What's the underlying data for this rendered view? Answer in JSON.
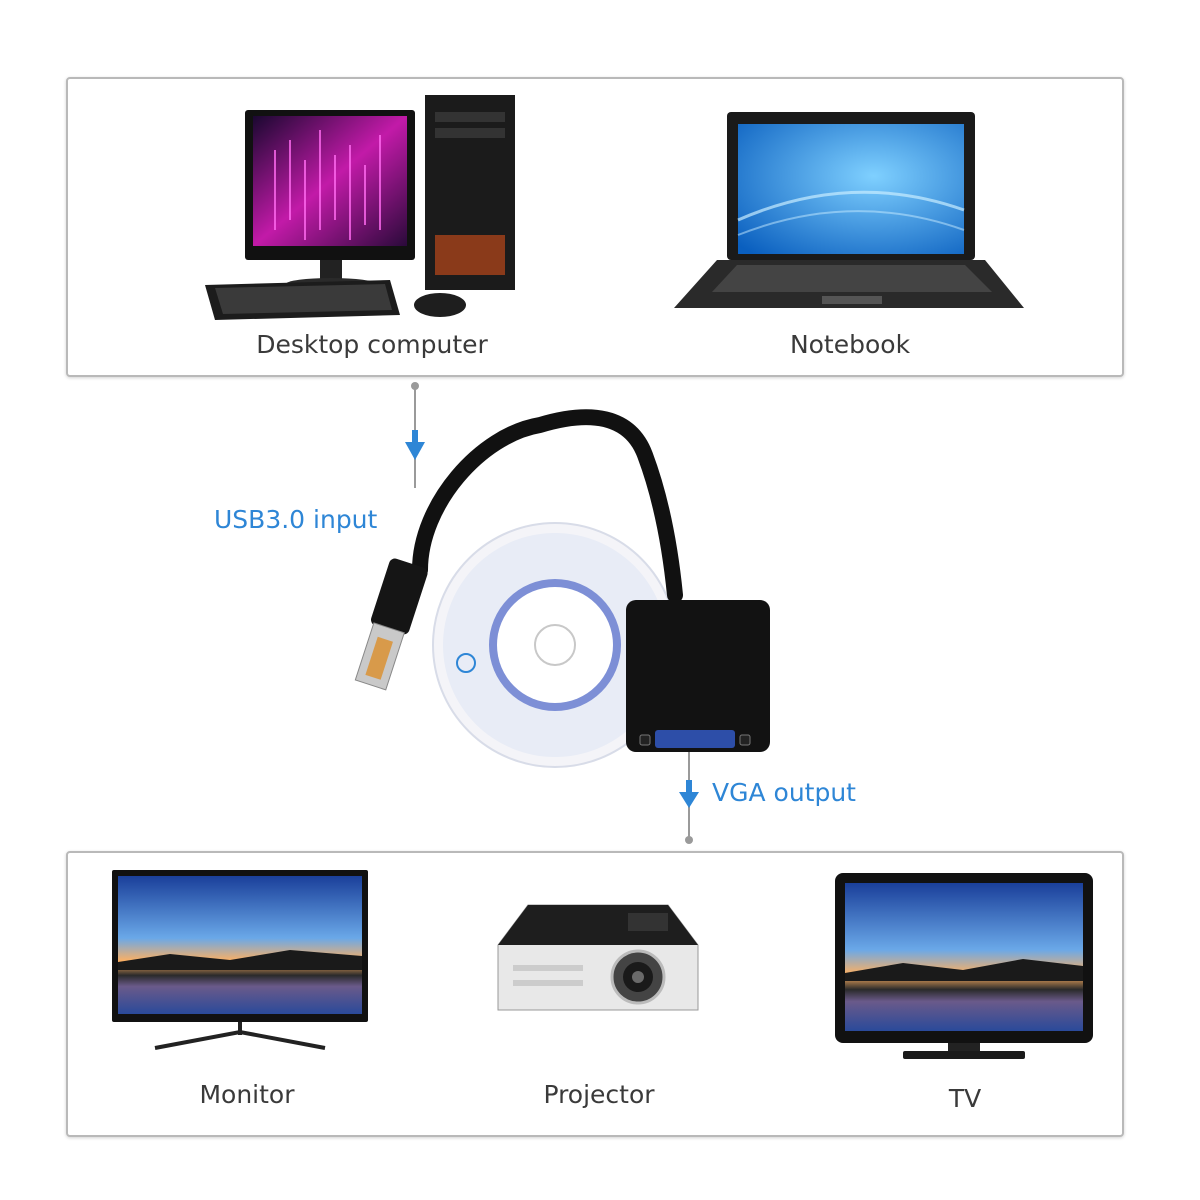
{
  "top": {
    "sources": [
      {
        "label": "Desktop computer"
      },
      {
        "label": "Notebook"
      }
    ]
  },
  "adapter": {
    "input_label": "USB3.0 input",
    "output_label": "VGA output"
  },
  "bottom": {
    "displays": [
      {
        "label": "Monitor"
      },
      {
        "label": "Projector"
      },
      {
        "label": "TV"
      }
    ]
  },
  "colors": {
    "accent": "#2e86d6",
    "panel_border": "#b9b9b9",
    "text": "#3a3a3a"
  }
}
